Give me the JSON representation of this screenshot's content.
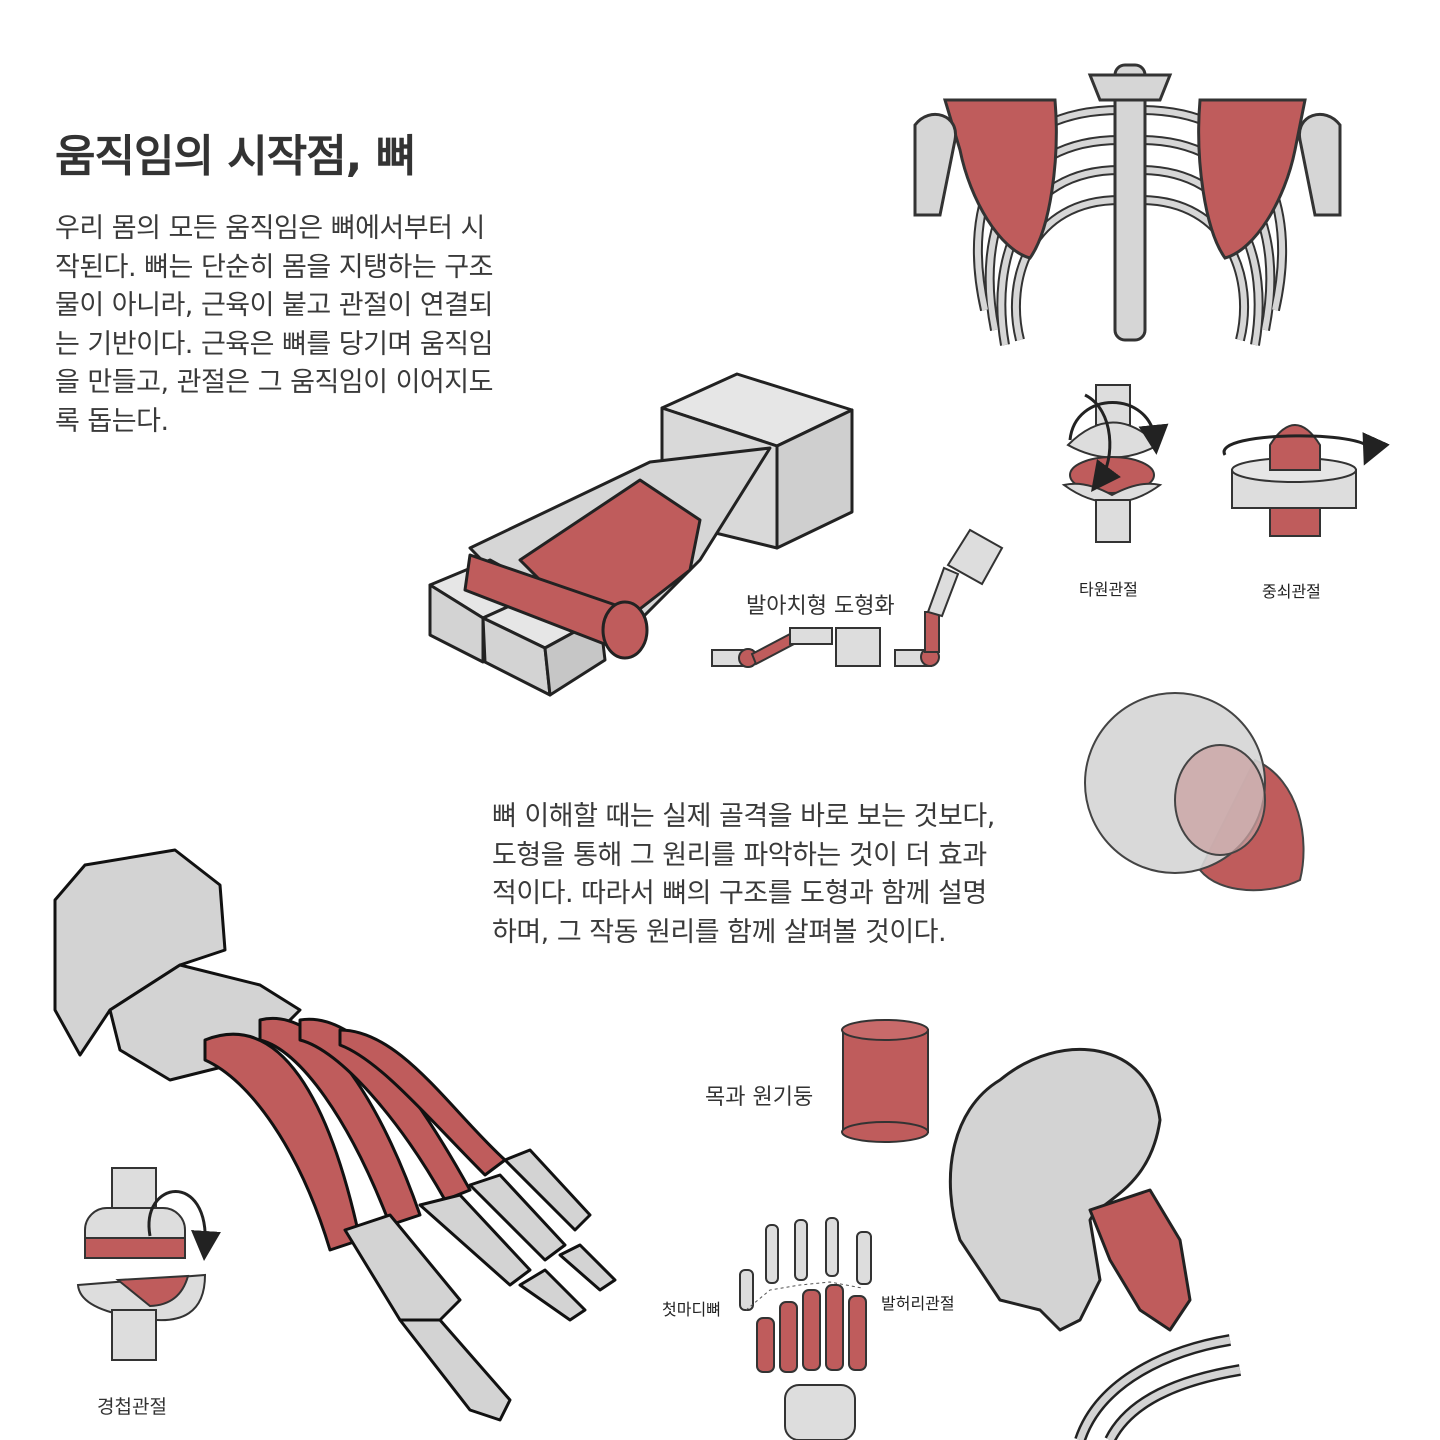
{
  "heading": "움직임의 시작점, 뼈",
  "intro_text": "우리 몸의 모든 움직임은 뼈에서부터 시\n작된다. 뼈는 단순히 몸을 지탱하는 구조\n물이 아니라, 근육이 붙고 관절이 연결되\n는 기반이다. 근육은 뼈를 당기며 움직임\n을 만들고, 관절은 그 움직임이 이어지도\n록 돕는다.",
  "second_text": "뼈 이해할 때는 실제 골격을 바로 보는 것보다,\n도형을 통해 그 원리를 파악하는 것이 더 효과\n적이다. 따라서 뼈의 구조를 도형과 함께 설명\n하며, 그 작동 원리를 함께 살펴볼 것이다.",
  "labels": {
    "arch": "발아치형 도형화",
    "ellipsoid": "타원관절",
    "pivot": "중쇠관절",
    "neck": "목과 원기둥",
    "phalanx": "첫마디뼈",
    "mtp": "발허리관절",
    "hinge": "경첩관절"
  },
  "colors": {
    "bone": "#d3d3d3",
    "muscle": "#bf5c5c",
    "outline": "#222222",
    "text": "#333333"
  }
}
